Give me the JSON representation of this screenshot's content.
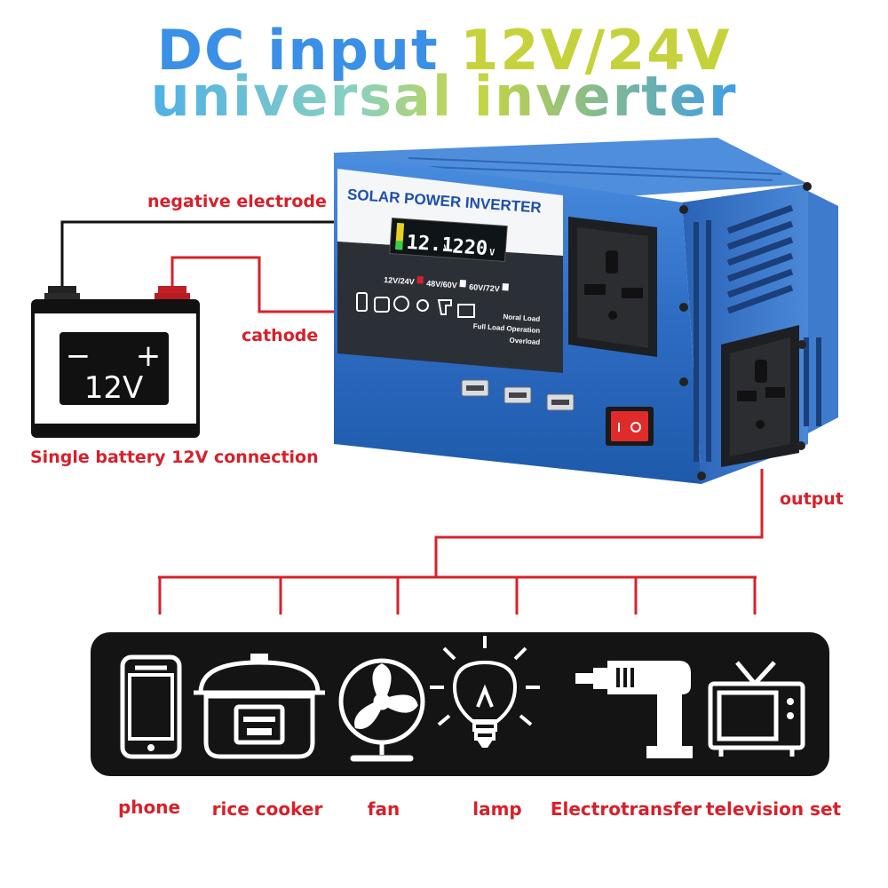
{
  "title": {
    "line1_part1": "DC input ",
    "line1_part2": "12V/24V",
    "line2": "universal inverter"
  },
  "labels": {
    "negative": "negative electrode",
    "cathode": "cathode",
    "battery_caption": "Single battery 12V connection",
    "output": "output"
  },
  "battery": {
    "minus": "−",
    "plus": "+",
    "voltage": "12V"
  },
  "inverter": {
    "brand": "SOLAR POWER INVERTER",
    "lcd_left": "12.1",
    "lcd_left_unit": "V",
    "lcd_right": "220",
    "lcd_right_unit": "V",
    "voltage_opt1": "12V/24V",
    "voltage_opt2": "48V/60V",
    "voltage_opt3": "60V/72V",
    "status1": "Noral Load",
    "status2": "Full Load Operation",
    "status3": "Overload"
  },
  "devices": [
    {
      "label": "phone",
      "icon": "phone-icon"
    },
    {
      "label": "rice cooker",
      "icon": "rice-cooker-icon"
    },
    {
      "label": "fan",
      "icon": "fan-icon"
    },
    {
      "label": "lamp",
      "icon": "lamp-icon"
    },
    {
      "label": "Electrotransfer",
      "icon": "drill-icon"
    },
    {
      "label": "television set",
      "icon": "tv-icon"
    }
  ],
  "colors": {
    "wire_red": "#d8202a",
    "wire_black": "#111111",
    "inverter_blue": "#2f6fc8",
    "title_blue": "#3aa0e8",
    "title_yellow": "#c8d640"
  }
}
